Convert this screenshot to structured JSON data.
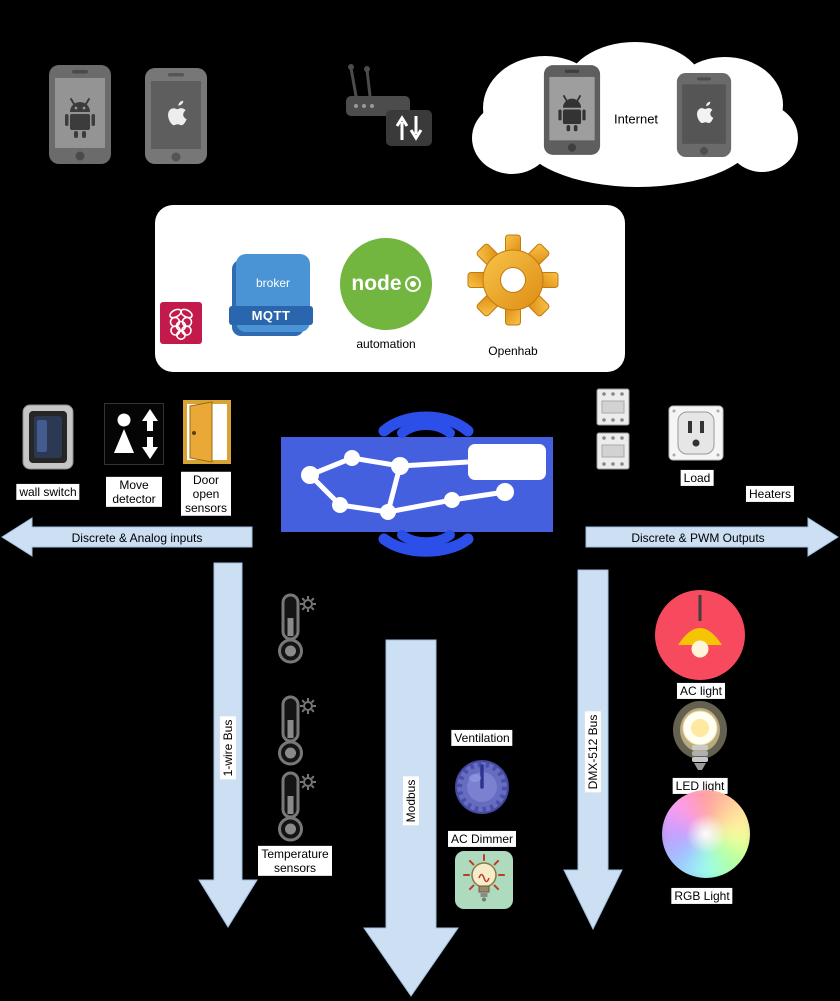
{
  "cloud": {
    "label": "Internet"
  },
  "hub": {
    "broker": "broker",
    "mqtt": "MQTT",
    "node": "node",
    "automation": "automation",
    "openhab": "Openhab"
  },
  "inputs": {
    "arrow": "Discrete & Analog inputs",
    "wall_switch": "wall switch",
    "move_detector": "Move detector",
    "door_sensors": "Door open sensors"
  },
  "outputs": {
    "arrow": "Discrete & PWM Outputs",
    "load": "Load",
    "heaters": "Heaters"
  },
  "buses": {
    "one_wire": "1-wire Bus",
    "modbus": "Modbus",
    "dmx": "DMX-512 Bus"
  },
  "peripherals": {
    "temperature": "Temperature sensors",
    "ventilation": "Ventilation",
    "ac_dimmer": "AC Dimmer",
    "ac_light": "AC light",
    "led_light": "LED light",
    "rgb_light": "RGB Light"
  },
  "colors": {
    "background": "#000000",
    "arrow_fill": "#cddff2",
    "board_blue": "#4560de",
    "wifi_blue": "#2b4fe8",
    "node_green": "#72b53f",
    "mqtt_blue": "#4a93d5",
    "openhab_orange": "#efa02c",
    "raspberry_crimson": "#c21a4a",
    "ac_light_pink": "#f84a5e",
    "door_yellow": "#eaa836"
  }
}
